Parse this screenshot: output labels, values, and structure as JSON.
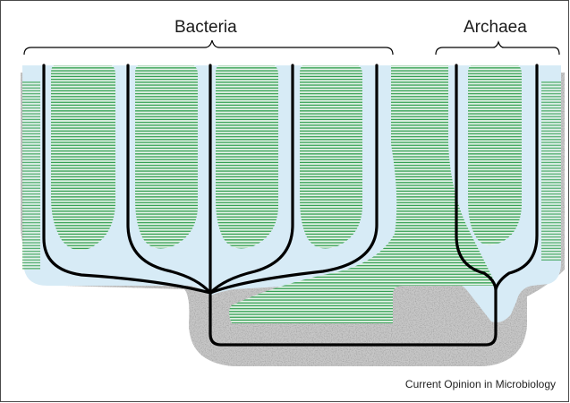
{
  "labels": {
    "bacteria": "Bacteria",
    "archaea": "Archaea"
  },
  "footer": {
    "source": "Current Opinion in Microbiology"
  },
  "colors": {
    "tree_lines": "#000000",
    "tube_fill": "#d8ecf7",
    "gene_transfer_green": "#2f9e4f",
    "speckle_base": "#b9b9b9",
    "speckle_dark": "#555555",
    "frame": "#4a4a4a"
  }
}
